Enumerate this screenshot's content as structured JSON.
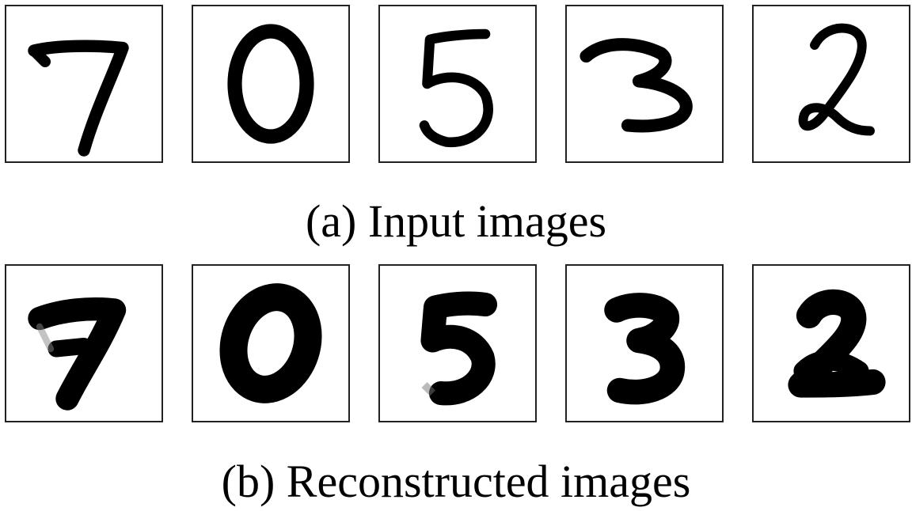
{
  "figure": {
    "captions": {
      "input": "(a) Input images",
      "reconstructed": "(b) Reconstructed images"
    },
    "digits": [
      "7",
      "0",
      "5",
      "3",
      "2"
    ],
    "rows": [
      {
        "id": "input",
        "style": "thin-stroke"
      },
      {
        "id": "reconstructed",
        "style": "bold-blurry"
      }
    ]
  }
}
